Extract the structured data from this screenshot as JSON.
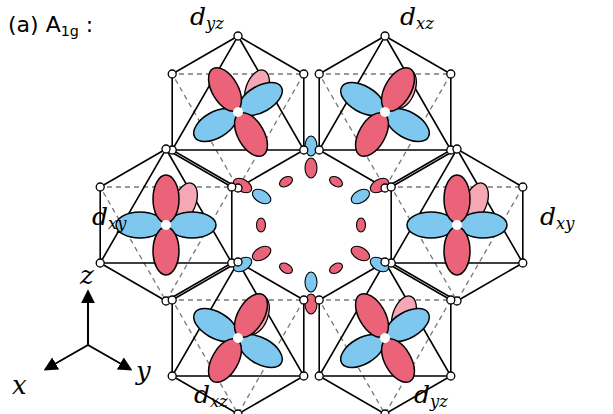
{
  "diagram": {
    "title": "(a) A1g :",
    "labels": [
      "dyz",
      "dxz",
      "dxy",
      "dxy",
      "dxz",
      "dyz",
      "z",
      "x",
      "y"
    ]
  }
}
